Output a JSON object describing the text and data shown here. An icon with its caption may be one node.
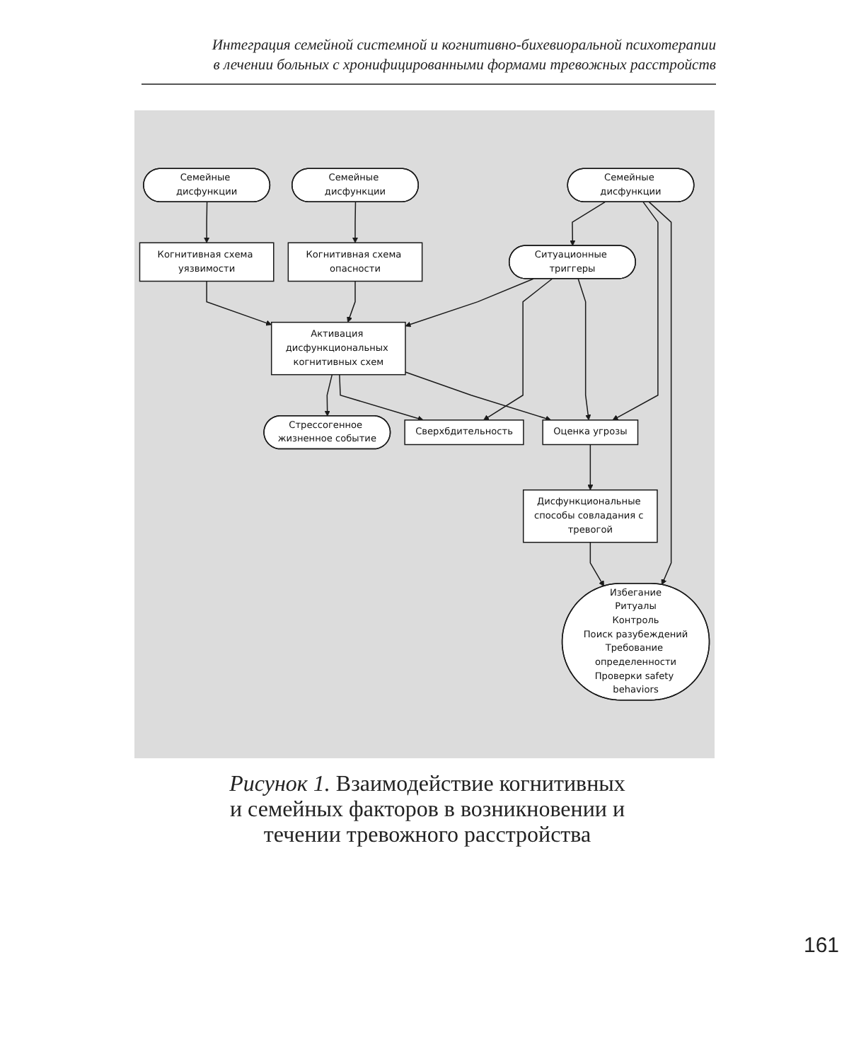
{
  "diagram": {
    "caption": "*Рисунок 1.* Взаимодействие когнитивных и семейных факторов в возникновении и течении тревожного расстройства",
    "nodes": [
      {
        "text": [
          "Семейные дисфункции"
        ]
      },
      {
        "text": [
          "Семейные дисфункции"
        ]
      },
      {
        "text": [
          "Когнитивная схема уязвимости"
        ]
      },
      {
        "text": [
          "Стрессогенное жизненное событие"
        ]
      },
      {
        "text": [
          "Когнитивная схема опасности"
        ]
      },
      {
        "text": [
          "Активация дисфункциональных когнитивных схем"
        ]
      },
      {
        "text": [
          "Ситуационные триггеры"
        ]
      },
      {
        "text": [
          "Сверхбдительность"
        ]
      },
      {
        "text": [
          "Оценка угрозы"
        ]
      },
      {
        "text": [
          "Семейные дисфункции"
        ]
      },
      {
        "text": [
          "Дисфункциональные способы совладания с тревогой"
        ]
      },
      {
        "text": [
          "Избегание",
          "Ритуалы",
          "Контроль",
          "Поиск разубеждений",
          "Требование определенности",
          "Проверки safety behaviors"
        ]
      }
    ],
    "edges": [
      {
        "from": 0,
        "to": 2,
        "arrow": "to"
      },
      {
        "from": 1,
        "to": 4,
        "arrow": "to"
      },
      {
        "from": 2,
        "to": 5,
        "arrow": "to"
      },
      {
        "from": 4,
        "to": 5,
        "arrow": "to"
      },
      {
        "from": 5,
        "to": 3,
        "arrow": "to"
      },
      {
        "from": 5,
        "to": 7,
        "arrow": "to"
      },
      {
        "from": 5,
        "to": 8,
        "arrow": "to"
      },
      {
        "from": 6,
        "to": 5,
        "arrow": "to"
      },
      {
        "from": 6,
        "to": 7,
        "arrow": "to"
      },
      {
        "from": 6,
        "to": 8,
        "arrow": "to"
      },
      {
        "from": 9,
        "to": 6,
        "arrow": "to"
      },
      {
        "from": 9,
        "to": 8,
        "arrow": "to"
      },
      {
        "from": 9,
        "to": 11,
        "arrow": "to"
      },
      {
        "from": 8,
        "to": 10,
        "arrow": "to"
      },
      {
        "from": 10,
        "to": 11,
        "arrow": "to"
      }
    ],
    "labels": [
      "Интеграция семейной системной и когнитивно-бихевиоральной психотерапии в лечении больных с хронифицированными формами тревожных расстройств",
      "161"
    ]
  }
}
